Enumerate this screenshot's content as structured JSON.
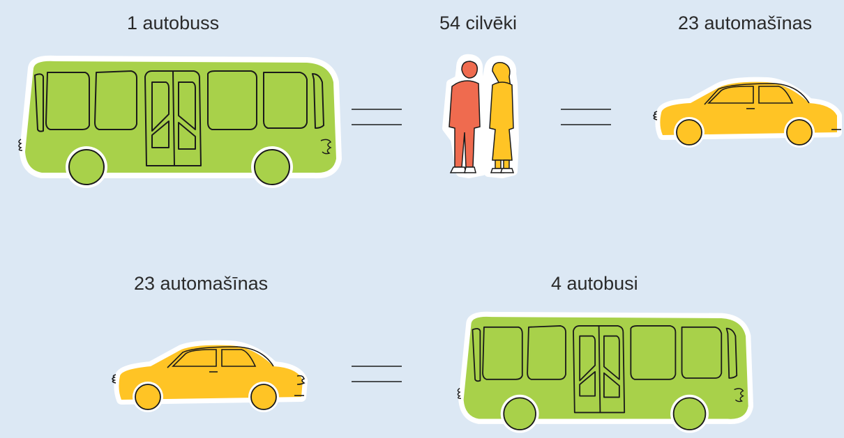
{
  "row1": {
    "label_bus": "1 autobuss",
    "label_people": "54 cilvēki",
    "label_cars": "23 automašīnas"
  },
  "row2": {
    "label_cars": "23 automašīnas",
    "label_buses": "4 autobusi"
  },
  "colors": {
    "background": "#dce8f4",
    "bus_green": "#a8d14a",
    "car_yellow": "#ffc425",
    "person_red": "#ef6b4f",
    "person_yellow": "#ffc425",
    "outline": "#1a1a1a"
  },
  "icons": [
    "bus-icon",
    "people-icon",
    "car-icon",
    "equals-icon"
  ]
}
